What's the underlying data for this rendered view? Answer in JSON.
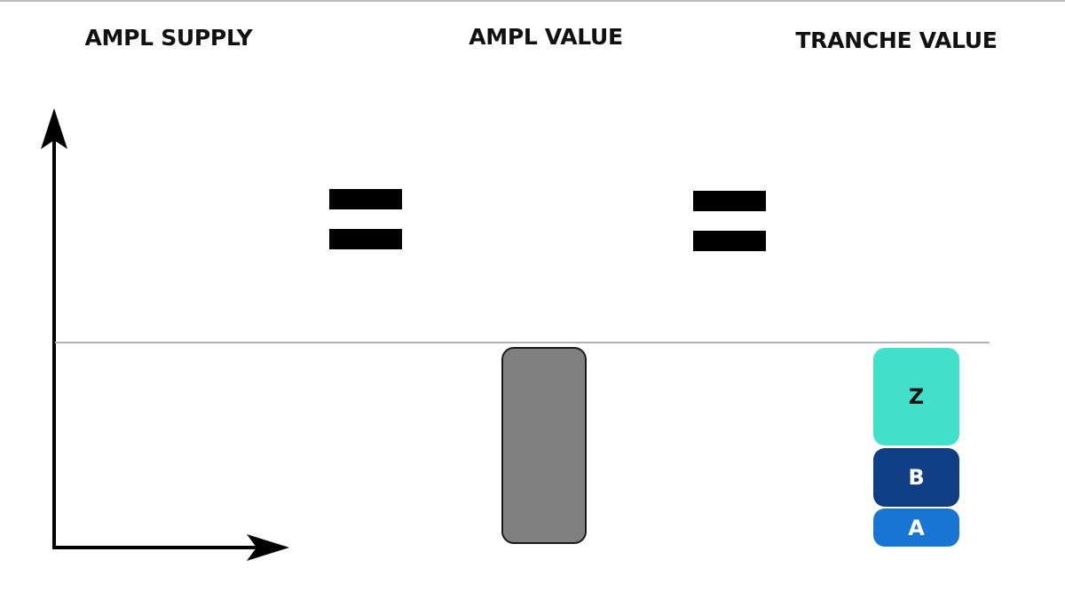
{
  "headings": {
    "supply": "AMPL SUPPLY",
    "ampl_value": "AMPL VALUE",
    "tranche_value": "TRANCHE VALUE"
  },
  "tranches": {
    "z": "Z",
    "b": "B",
    "a": "A"
  },
  "colors": {
    "tranche_z": "#40e0cb",
    "tranche_b": "#0f3f82",
    "tranche_a": "#1875d4",
    "ampl_bar": "#808080",
    "baseline": "#b3b3b3"
  },
  "icons": [
    "axis-arrow-icon",
    "equals-sign-icon"
  ]
}
